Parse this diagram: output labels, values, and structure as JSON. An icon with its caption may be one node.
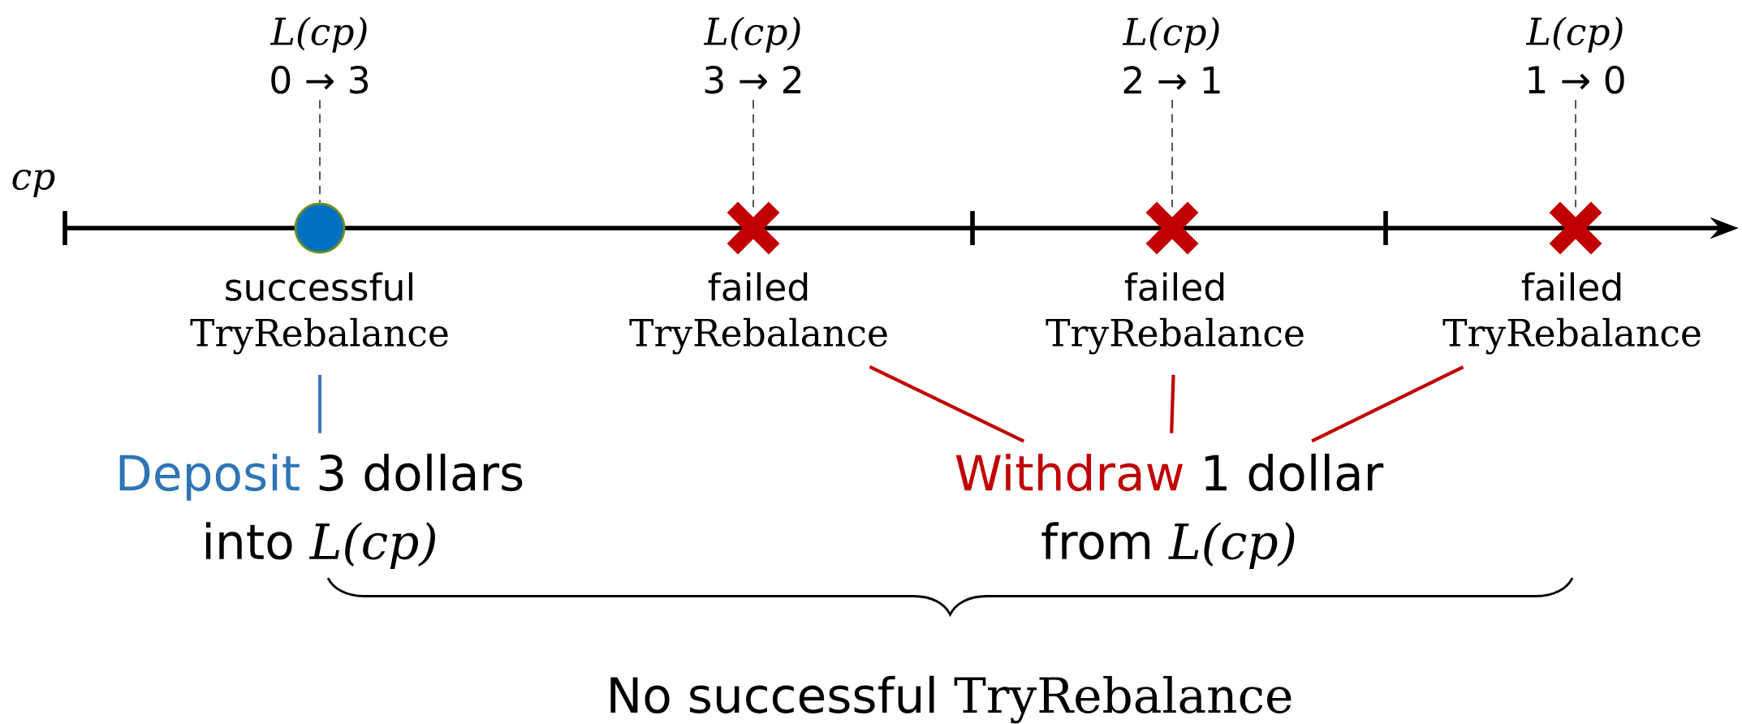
{
  "diagram": {
    "nodes": [
      {
        "text": [
          "L(cp)",
          "0 → 3"
        ]
      },
      {
        "text": [
          "L(cp)",
          "3 → 2"
        ]
      },
      {
        "text": [
          "L(cp)",
          "2 → 1"
        ]
      },
      {
        "text": [
          "L(cp)",
          "1 → 0"
        ]
      },
      {
        "text": [],
        "shape": "circle"
      },
      {
        "text": [],
        "shape": "cross"
      },
      {
        "text": [],
        "shape": "cross"
      },
      {
        "text": [],
        "shape": "cross"
      },
      {
        "text": [
          "successful",
          "TryRebalance"
        ]
      },
      {
        "text": [
          "failed",
          "TryRebalance"
        ]
      },
      {
        "text": [
          "failed",
          "TryRebalance"
        ]
      },
      {
        "text": [
          "failed",
          "TryRebalance"
        ]
      },
      {
        "text": [
          "Deposit",
          "3 dollars",
          "into",
          "L(cp)"
        ]
      },
      {
        "text": [
          "Withdraw",
          "1 dollar",
          "from",
          "L(cp)"
        ]
      }
    ],
    "edges": [
      {
        "from": 0,
        "to": 4,
        "arrow": "none",
        "style": "dashed",
        "color": "#404040"
      },
      {
        "from": 1,
        "to": 5,
        "arrow": "none",
        "style": "dashed",
        "color": "#404040"
      },
      {
        "from": 2,
        "to": 6,
        "arrow": "none",
        "style": "dashed",
        "color": "#404040"
      },
      {
        "from": 3,
        "to": 7,
        "arrow": "none",
        "style": "dashed",
        "color": "#404040"
      },
      {
        "from": 8,
        "to": 12,
        "arrow": "none",
        "color": "#4472c4"
      },
      {
        "from": 9,
        "to": 13,
        "arrow": "none",
        "color": "#c00000"
      },
      {
        "from": 10,
        "to": 13,
        "arrow": "none",
        "color": "#c00000"
      },
      {
        "from": 11,
        "to": 13,
        "arrow": "none",
        "color": "#c00000"
      }
    ],
    "labels": [
      "cp",
      "No successful",
      "TryRebalance"
    ]
  }
}
